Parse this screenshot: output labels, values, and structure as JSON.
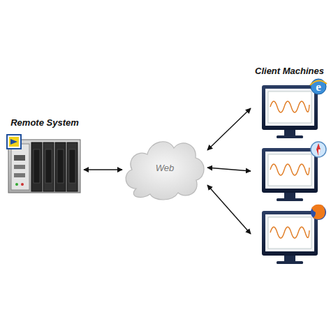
{
  "diagram": {
    "nodes": [
      {
        "text": [
          "Remote System"
        ]
      },
      {
        "text": [
          "Web"
        ]
      },
      {
        "text": [
          "Client Machines"
        ]
      }
    ],
    "edges": [
      {
        "from": 0,
        "to": 1,
        "arrow": "both"
      },
      {
        "from": 1,
        "to": 2,
        "arrow": "both"
      },
      {
        "from": 1,
        "to": 2,
        "arrow": "both"
      },
      {
        "from": 1,
        "to": 2,
        "arrow": "both"
      }
    ]
  }
}
